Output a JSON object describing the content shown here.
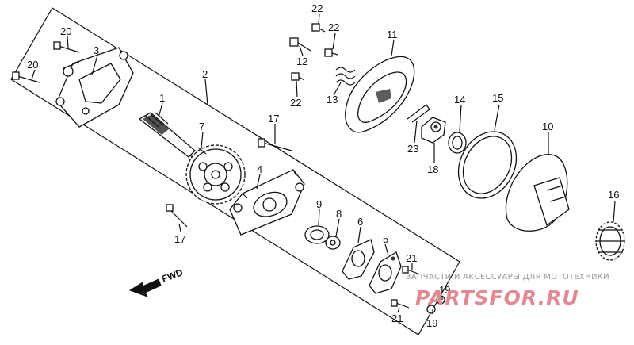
{
  "callouts": [
    {
      "id": "1",
      "label": "1"
    },
    {
      "id": "2",
      "label": "2"
    },
    {
      "id": "3",
      "label": "3"
    },
    {
      "id": "4",
      "label": "4"
    },
    {
      "id": "5",
      "label": "5"
    },
    {
      "id": "6",
      "label": "6"
    },
    {
      "id": "7",
      "label": "7"
    },
    {
      "id": "8",
      "label": "8"
    },
    {
      "id": "9",
      "label": "9"
    },
    {
      "id": "10",
      "label": "10"
    },
    {
      "id": "11",
      "label": "11"
    },
    {
      "id": "12",
      "label": "12"
    },
    {
      "id": "13",
      "label": "13"
    },
    {
      "id": "14",
      "label": "14"
    },
    {
      "id": "15",
      "label": "15"
    },
    {
      "id": "16",
      "label": "16"
    },
    {
      "id": "17a",
      "label": "17"
    },
    {
      "id": "17b",
      "label": "17"
    },
    {
      "id": "18",
      "label": "18"
    },
    {
      "id": "19a",
      "label": "19"
    },
    {
      "id": "19b",
      "label": "19"
    },
    {
      "id": "20a",
      "label": "20"
    },
    {
      "id": "20b",
      "label": "20"
    },
    {
      "id": "21a",
      "label": "21"
    },
    {
      "id": "21b",
      "label": "21"
    },
    {
      "id": "22a",
      "label": "22"
    },
    {
      "id": "22b",
      "label": "22"
    },
    {
      "id": "22c",
      "label": "22"
    },
    {
      "id": "23",
      "label": "23"
    }
  ],
  "direction_label": "FWD",
  "watermark": {
    "tagline": "ЗАПЧАСТИ И АКСЕССУАРЫ ДЛЯ МОТОТЕХНИКИ",
    "logo": "PARTSFOR.RU"
  },
  "colors": {
    "line": "#111111",
    "watermark_logo": "#e08a93",
    "watermark_text": "#9a9a9a"
  }
}
